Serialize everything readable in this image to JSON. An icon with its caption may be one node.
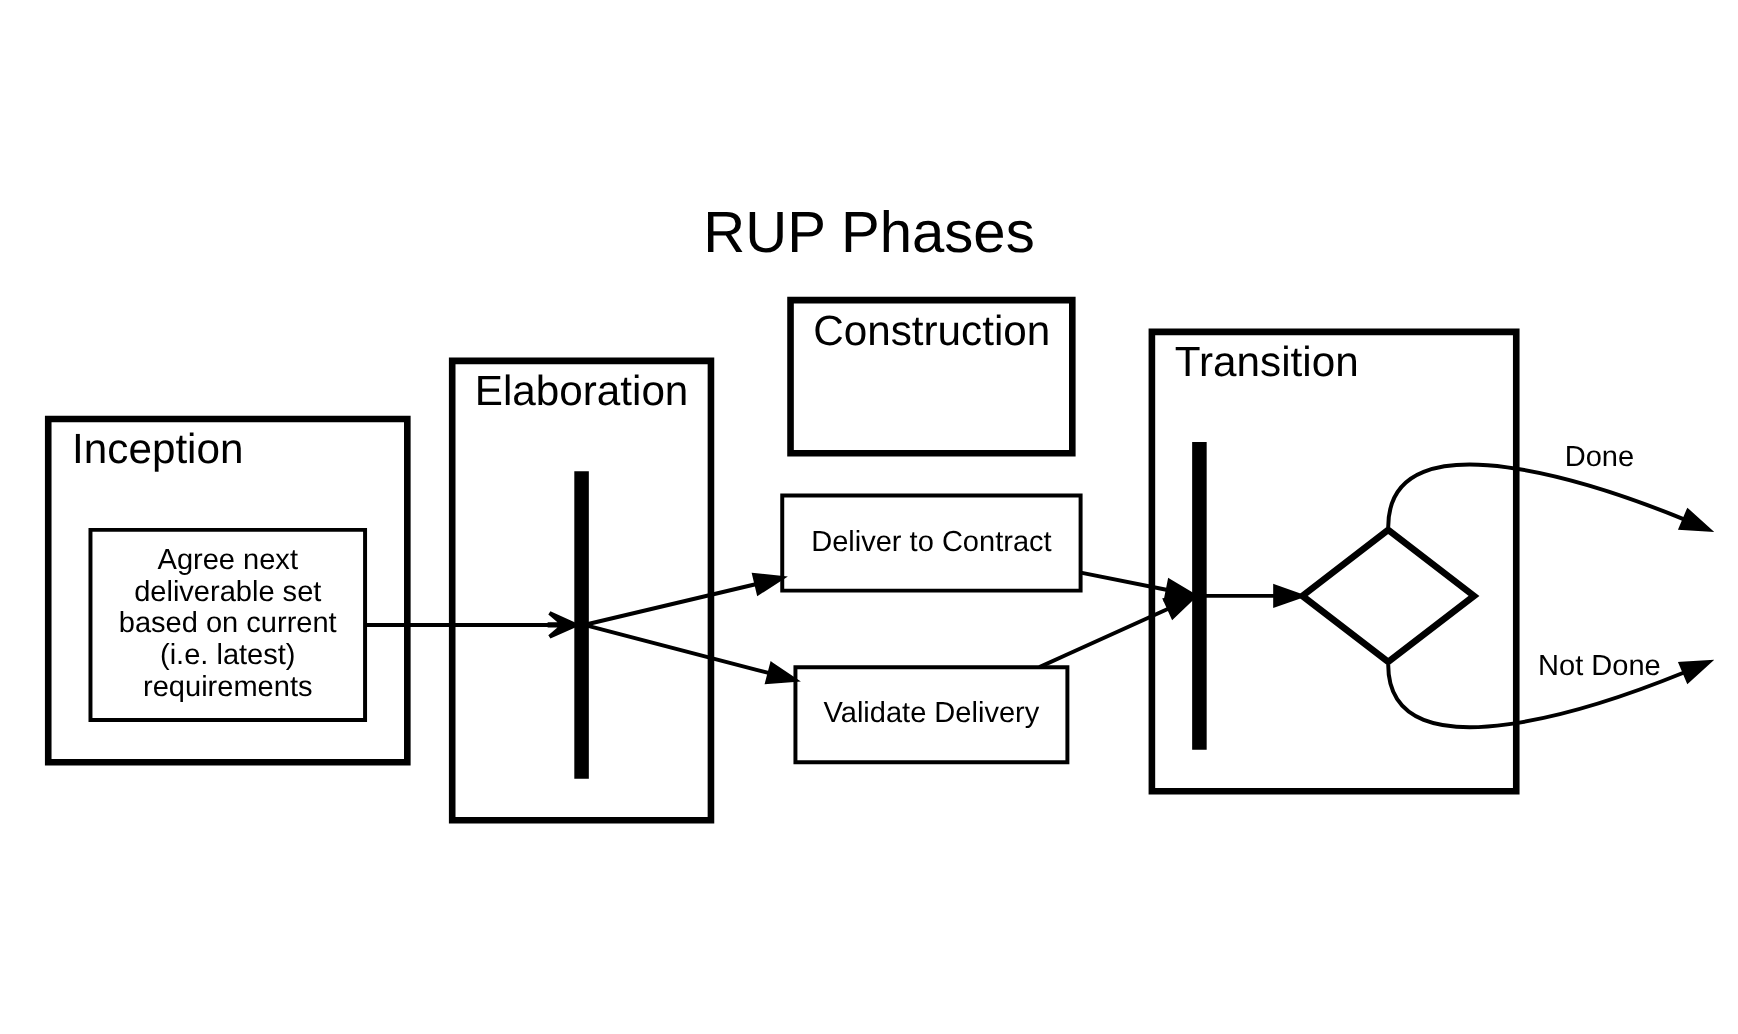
{
  "diagram": {
    "title": "RUP Phases",
    "nodes": [
      {
        "text": [
          "Inception"
        ]
      },
      {
        "text": [
          "Elaboration"
        ]
      },
      {
        "text": [
          "Construction"
        ]
      },
      {
        "text": [
          "Transition"
        ]
      },
      {
        "text": [
          "Agree next deliverable set based on current (i.e. latest) requirements"
        ],
        "in": 0
      },
      {
        "text": [],
        "shape": "bar",
        "in": 1
      },
      {
        "text": [
          "Deliver to Contract"
        ]
      },
      {
        "text": [
          "Validate Delivery"
        ]
      },
      {
        "text": [],
        "shape": "bar",
        "in": 3
      },
      {
        "text": [],
        "shape": "diamond",
        "in": 3
      }
    ],
    "edges": [
      {
        "from": 4,
        "to": 5,
        "arrow": "to"
      },
      {
        "from": 5,
        "to": 6,
        "arrow": "to"
      },
      {
        "from": 5,
        "to": 7,
        "arrow": "to"
      },
      {
        "from": 6,
        "to": 8,
        "arrow": "to"
      },
      {
        "from": 7,
        "to": 8,
        "arrow": "to"
      },
      {
        "from": 8,
        "to": 9,
        "arrow": "to"
      },
      {
        "from": 9,
        "to": null,
        "label": "Done",
        "arrow": "to"
      },
      {
        "from": 9,
        "to": null,
        "label": "Not Done",
        "arrow": "to"
      }
    ]
  }
}
